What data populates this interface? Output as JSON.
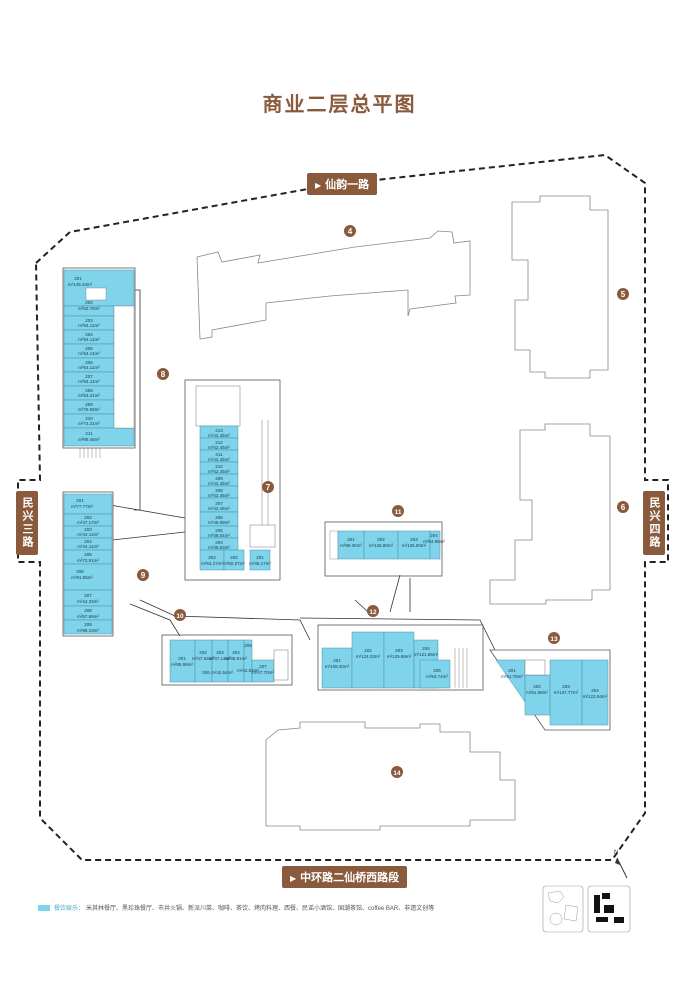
{
  "title": "商业二层总平图",
  "roads": {
    "top": "仙韵一路",
    "bottom": "中环路二仙桥西路段",
    "left": "民兴三路",
    "right": "民兴四路"
  },
  "legend": {
    "category": "餐饮娱乐：",
    "text": "米其林餐厅、黑珍珠餐厅、市井火锅、新派川菜、咖啡、茶饮、烤肉料理、西餐、民谣小酒馆、国潮茶馆、coffee BAR、非遗文创等",
    "color": "#7fd3ea"
  },
  "buildings": {
    "b4": "4",
    "b5": "5",
    "b6": "6",
    "b7": "7",
    "b8": "8",
    "b9": "9",
    "b10": "10",
    "b11": "11",
    "b12": "12",
    "b13": "13",
    "b14": "14"
  },
  "units": {
    "w201": "201",
    "w201a": "m²149.43m²",
    "w202": "202",
    "w202a": "m²62.76m²",
    "w203": "203",
    "w203a": "m²54.11m²",
    "w204": "204",
    "w204a": "m²54.11m²",
    "w205": "205",
    "w205a": "m²54.11m²",
    "w206": "206",
    "w206a": "m²54.11m²",
    "w207": "207",
    "w207a": "m²54.11m²",
    "w208": "208",
    "w208a": "m²53.31m²",
    "w209": "209",
    "w209a": "m²75.59m²",
    "w210": "210",
    "w210a": "m²74.21m²",
    "w211": "211",
    "w211a": "m²99.48m²",
    "s201": "201",
    "s201a": "m²77.77m²",
    "s202": "202",
    "s202a": "m²47.17m²",
    "s203": "203",
    "s203a": "m²44.11m²",
    "s204": "204",
    "s204a": "m²44.11m²",
    "s205": "205",
    "s205a": "m²72.91m²",
    "s206": "206",
    "s206a": "m²91.55m²",
    "s207": "207",
    "s207a": "m²44.33m²",
    "s208": "208",
    "s208a": "m²57.99m²",
    "s209": "209",
    "s209a": "m²98.10m²",
    "c213": "213",
    "c213a": "m²42.45m²",
    "c212": "212",
    "c212a": "m²42.45m²",
    "c211": "211",
    "c211a": "m²42.45m²",
    "c210": "210",
    "c210a": "m²42.45m²",
    "c209": "209",
    "c209a": "m²42.45m²",
    "c208": "208",
    "c208a": "m²42.45m²",
    "c207": "207",
    "c207a": "m²42.45m²",
    "c206": "206",
    "c206a": "m²45.08m²",
    "c205": "205",
    "c205a": "m²38.04m²",
    "c204": "204",
    "c204a": "m²36.93m²",
    "c203": "203",
    "c203a": "m²63.27m²",
    "c202": "202",
    "c202a": "m²50.27m²",
    "c201": "201",
    "c201a": "m²48.17m²",
    "e201": "201",
    "e201a": "m²99.35m²",
    "e202": "202",
    "e202a": "m²125.80m²",
    "e203": "203",
    "e203a": "m²125.80m²",
    "e204": "204",
    "e204a": "m²84.95m²",
    "p201": "201",
    "p201a": "m²85.98m²",
    "p202": "202",
    "p202a": "m²37.53m²",
    "p203": "203",
    "p203a": "m²37.14m²",
    "p204": "204",
    "p204a": "m²36.91m²",
    "p205": "205",
    "p205a": "m²42.54m²",
    "p206": "206",
    "p206a": "m²42.54m²",
    "p207": "207",
    "p207a": "m²47.70m²",
    "m201": "201",
    "m201a": "m²108.40m²",
    "m202": "202",
    "m202a": "m²124.33m²",
    "m203": "203",
    "m203a": "m²125.89m²",
    "m204": "204",
    "m204a": "m²121.86m²",
    "m205": "205",
    "m205a": "m²93.74m²",
    "r201": "201",
    "r201a": "m²91.76m²",
    "r202": "202",
    "r202a": "m²81.89m²",
    "r203": "203",
    "r203a": "m²137.77m²",
    "r204": "204",
    "r204a": "m²122.94m²"
  },
  "compass": "N"
}
